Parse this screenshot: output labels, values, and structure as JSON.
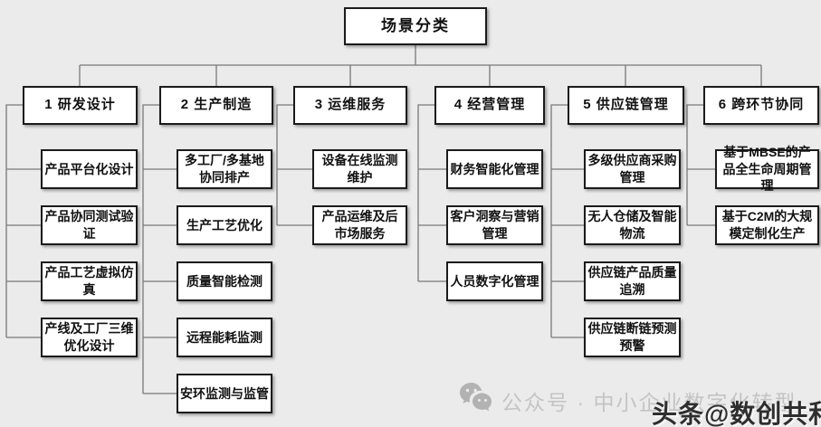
{
  "root": {
    "label": "场景分类"
  },
  "categories": [
    {
      "label": "1 研发设计",
      "items": [
        "产品平台化设计",
        "产品协同测试验证",
        "产品工艺虚拟仿真",
        "产线及工厂三维优化设计"
      ]
    },
    {
      "label": "2 生产制造",
      "items": [
        "多工厂/多基地协同排产",
        "生产工艺优化",
        "质量智能检测",
        "远程能耗监测",
        "安环监测与监管"
      ]
    },
    {
      "label": "3 运维服务",
      "items": [
        "设备在线监测维护",
        "产品运维及后市场服务"
      ]
    },
    {
      "label": "4 经营管理",
      "items": [
        "财务智能化管理",
        "客户洞察与营销管理",
        "人员数字化管理"
      ]
    },
    {
      "label": "5 供应链管理",
      "items": [
        "多级供应商采购管理",
        "无人仓储及智能物流",
        "供应链产品质量追溯",
        "供应链断链预测预警"
      ]
    },
    {
      "label": "6 跨环节协同",
      "items": [
        "基于MBSE的产品全生命周期管理",
        "基于C2M的大规模定制化生产"
      ]
    }
  ],
  "watermark": {
    "wechat_icon": "wechat-icon",
    "account_text": "公众号 · 中小企业数字化转型",
    "toutiao_text": "头条@数创共和"
  },
  "colors": {
    "background": "#ebebeb",
    "box_fill": "#ffffff",
    "box_border": "#1b1b1b",
    "connector": "#787878",
    "watermark_gray": "#c4c4c4",
    "watermark_dark": "#2e2e2e"
  }
}
